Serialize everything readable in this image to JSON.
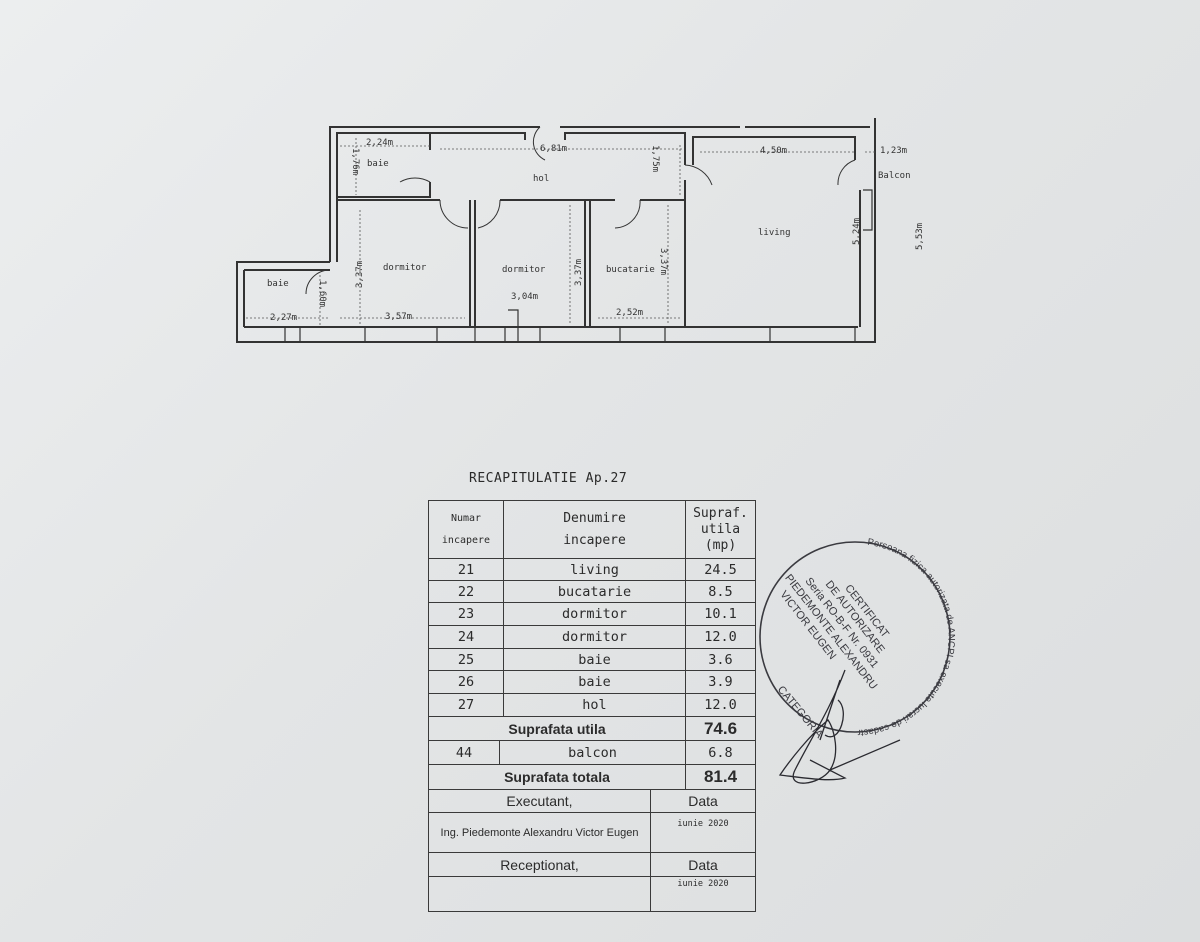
{
  "plan": {
    "rooms": {
      "baie_top": "baie",
      "hol": "hol",
      "dormitor_1": "dormitor",
      "dormitor_2": "dormitor",
      "bucatarie": "bucatarie",
      "living": "living",
      "baie_left": "baie",
      "balcon": "Balcon"
    },
    "dimensions": {
      "baie_top_w": "2,24m",
      "baie_top_h": "1,76m",
      "hol_w": "6,81m",
      "hol_h": "1,75m",
      "living_w": "4,50m",
      "balcon_w": "1,23m",
      "living_h": "5,24m",
      "balcon_h": "5,53m",
      "dormitor1_h": "3,37m",
      "dormitor1_w": "3,57m",
      "dormitor2_h": "3,37m",
      "dormitor2_w": "3,04m",
      "bucatarie_h": "3,37m",
      "bucatarie_w": "2,52m",
      "baie_left_w": "2,27m",
      "baie_left_h": "1,60m"
    }
  },
  "recap": {
    "title": "RECAPITULATIE Ap.27",
    "headers": {
      "numar": [
        "Numar",
        "incapere"
      ],
      "denumire": [
        "Denumire",
        "incapere"
      ],
      "supraf": [
        "Supraf.",
        "utila",
        "(mp)"
      ]
    },
    "rows": [
      {
        "nr": "21",
        "name": "living",
        "area": "24.5"
      },
      {
        "nr": "22",
        "name": "bucatarie",
        "area": "8.5"
      },
      {
        "nr": "23",
        "name": "dormitor",
        "area": "10.1"
      },
      {
        "nr": "24",
        "name": "dormitor",
        "area": "12.0"
      },
      {
        "nr": "25",
        "name": "baie",
        "area": "3.6"
      },
      {
        "nr": "26",
        "name": "baie",
        "area": "3.9"
      },
      {
        "nr": "27",
        "name": "hol",
        "area": "12.0"
      }
    ],
    "utila_label": "Suprafata utila",
    "utila_value": "74.6",
    "balcon": {
      "nr": "44",
      "name": "balcon",
      "area": "6.8"
    },
    "totala_label": "Suprafata totala",
    "totala_value": "81.4",
    "executant_label": "Executant,",
    "data_label_1": "Data",
    "executant_name": "Ing. Piedemonte Alexandru Victor Eugen",
    "executant_date": "iunie 2020",
    "receptionat_label": "Receptionat,",
    "data_label_2": "Data",
    "receptionat_date": "iunie 2020"
  },
  "stamp": {
    "ring_text": "Persoana fizica autorizata de ANCPI sa execute lucrari de cadastru, geodezie si cartografie",
    "lines": [
      "CERTIFICAT",
      "DE AUTORIZARE",
      "Seria RO-B-F Nr. 0931",
      "PIEDEMONTE ALEXANDRU",
      "VICTOR EUGEN"
    ],
    "category": "CATEGORIA"
  },
  "colors": {
    "ink": "#2a2a2a",
    "paper": "#e4e6e7",
    "stamp": "#3a3a40"
  }
}
